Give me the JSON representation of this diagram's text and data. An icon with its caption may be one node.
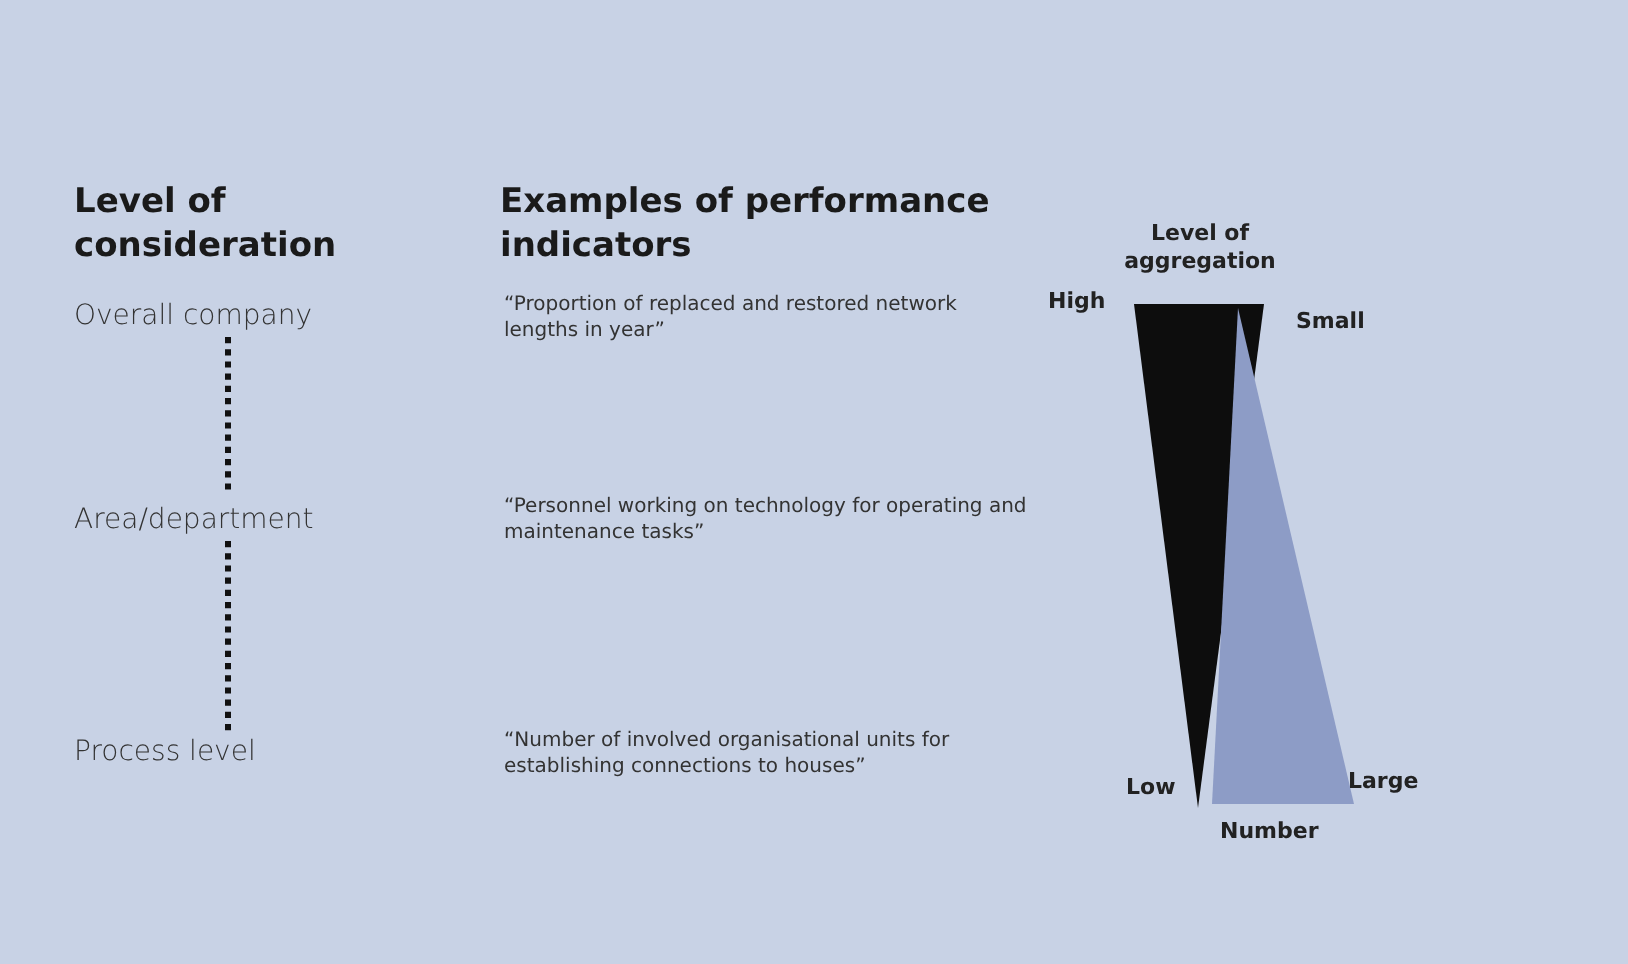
{
  "diagram": {
    "nodes": [
      {
        "text": [
          "Overall company"
        ]
      },
      {
        "text": [
          "Area/department"
        ]
      },
      {
        "text": [
          "Process level"
        ]
      }
    ],
    "edges": [
      {
        "from": 0,
        "to": 1,
        "arrow": "none",
        "style": "dashed"
      },
      {
        "from": 1,
        "to": 2,
        "arrow": "none",
        "style": "dashed"
      }
    ],
    "labels": [
      "Level of consideration",
      "Examples of performance indicators",
      "Level of aggregation",
      "High",
      "“Proportion of replaced and restored network lengths in year”",
      "Small",
      "“Personnel working on technology for operating and maintenance tasks”",
      "“Number of involved organisational units for establishing connections to houses”",
      "Low",
      "Large",
      "Number"
    ]
  }
}
